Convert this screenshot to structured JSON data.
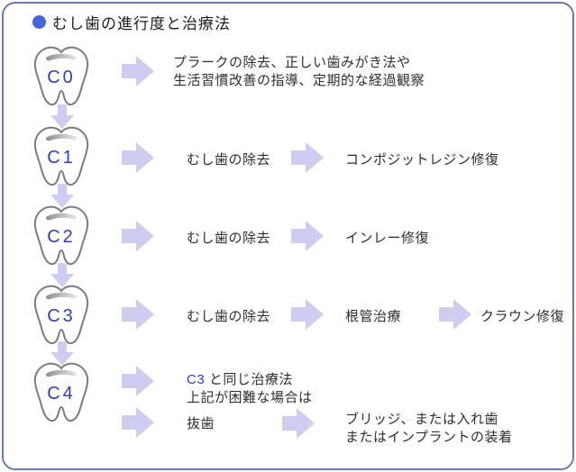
{
  "panel": {
    "title": "むし歯の進行度と治療法"
  },
  "colors": {
    "border": "#6b7aa6",
    "bullet": "#4565dc",
    "label": "#2b3fc0",
    "arrow": "#cecdf1",
    "text": "#2e2e2e"
  },
  "stages": [
    {
      "label": "C0"
    },
    {
      "label": "C1"
    },
    {
      "label": "C2"
    },
    {
      "label": "C3"
    },
    {
      "label": "C4"
    }
  ],
  "rows": {
    "c0": {
      "treatment": "プラークの除去、正しい歯みがき法や\n生活習慣改善の指導、定期的な経過観察"
    },
    "c1": {
      "step1": "むし歯の除去",
      "step2": "コンポジットレジン修復"
    },
    "c2": {
      "step1": "むし歯の除去",
      "step2": "インレー修復"
    },
    "c3": {
      "step1": "むし歯の除去",
      "step2": "根管治療",
      "step3": "クラウン修復"
    },
    "c4": {
      "same_ref": "C3",
      "same_rest": " と同じ治療法",
      "fallback_note": "上記が困難な場合は",
      "extraction": "抜歯",
      "prosthetic": "ブリッジ、または入れ歯\nまたはインプラントの装着"
    }
  }
}
